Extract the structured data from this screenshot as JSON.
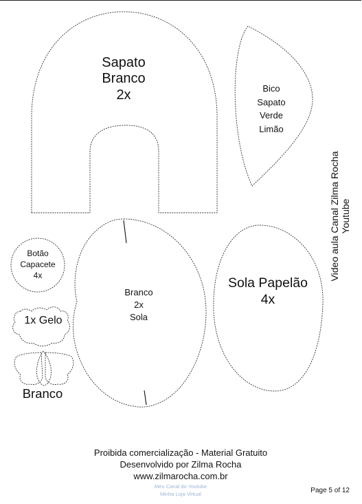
{
  "pieces": {
    "sapato": "Sapato\nBranco\n2x",
    "bico": "Bico\nSapato\nVerde\nLimão",
    "branco_sola": "Branco\n2x\nSola",
    "sola_papelao": "Sola Papelão\n4x",
    "botao": "Botão\nCapacete\n4x",
    "gelo": "1x Gelo",
    "branco": "Branco"
  },
  "credit_vertical": "Video aula Canal Zilma Rocha\nYoutube",
  "footer": {
    "line1": "Proibida comercialização - Material Gratuito",
    "line2": "Desenvolvido por Zilma Rocha",
    "line3": "www.zilmarocha.com.br",
    "link1": "Meu Canal do Youtube",
    "link2": "Minha Loja Virtual"
  },
  "page_label": "Page 5 of 12"
}
